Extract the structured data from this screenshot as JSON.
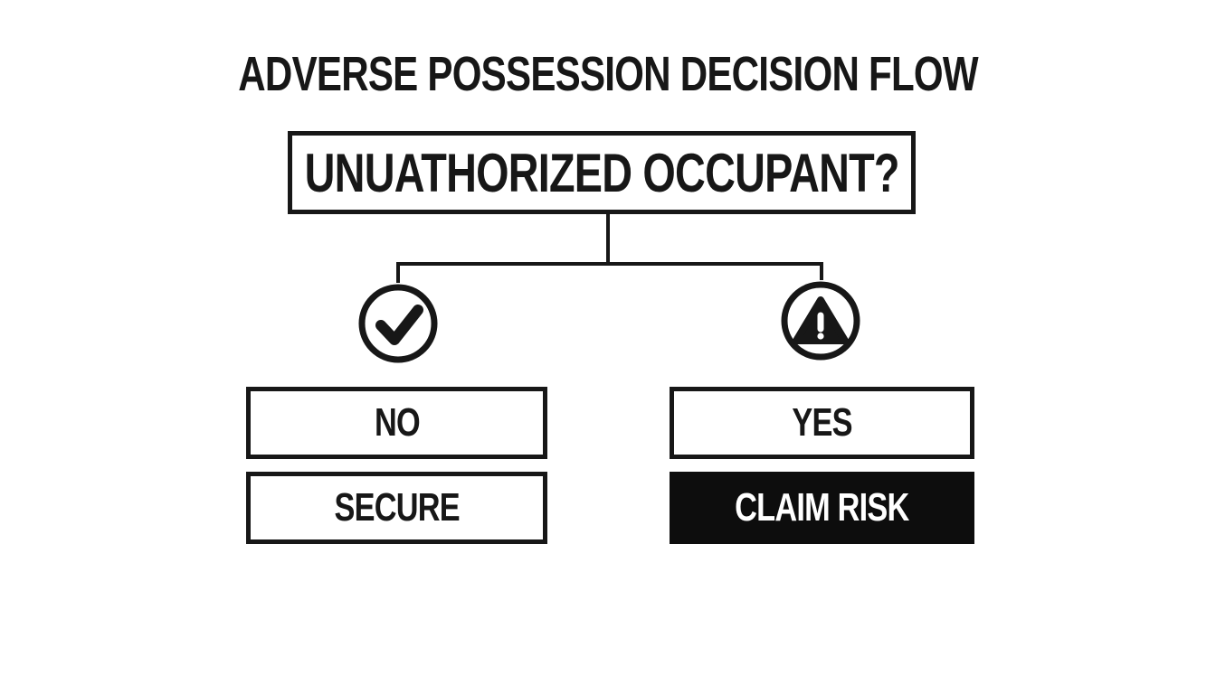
{
  "diagram": {
    "title": "ADVERSE POSSESSION DECISION FLOW",
    "question": "UNUATHORIZED OCCUPANT?",
    "branches": {
      "left": {
        "icon": "check-circle-icon",
        "answer": "NO",
        "outcome": "SECURE"
      },
      "right": {
        "icon": "warning-triangle-circle-icon",
        "answer": "YES",
        "outcome": "CLAIM RISK"
      }
    },
    "colors": {
      "ink": "#171717",
      "background": "#ffffff",
      "risk_box_bg": "#0d0d0d",
      "risk_box_text": "#ffffff"
    }
  }
}
